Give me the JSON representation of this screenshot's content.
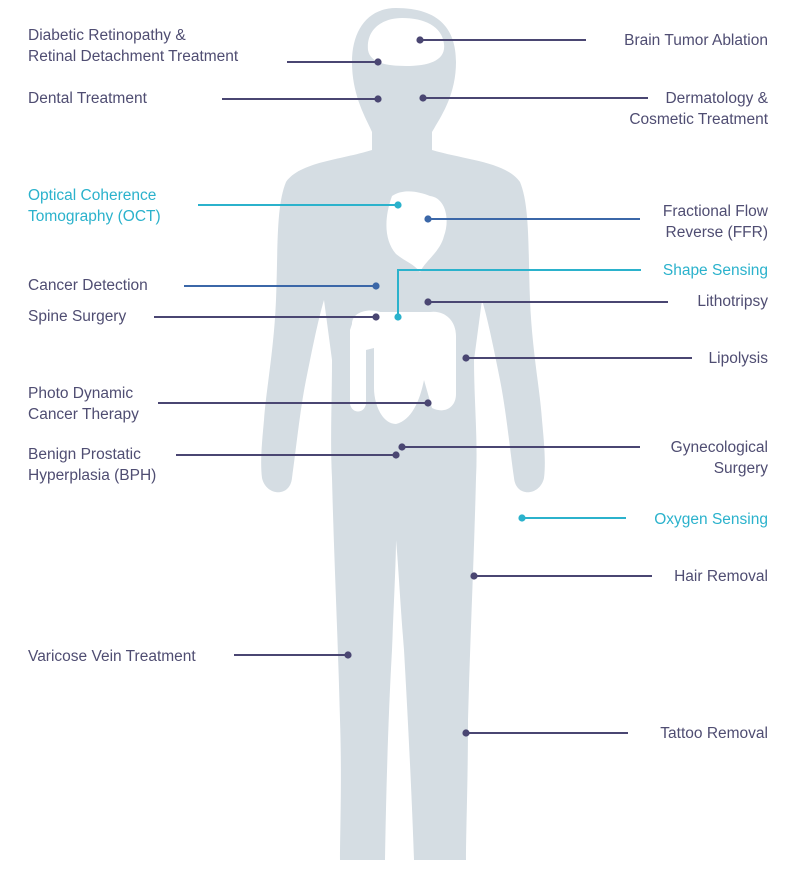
{
  "colors": {
    "body": "#d5dde3",
    "organ": "#ffffff",
    "line": "#4a4672",
    "dot": "#4a4672",
    "text": "#4f4d72",
    "highlight": "#2bb2cc",
    "blue_line": "#3b67a8"
  },
  "left_labels": [
    {
      "id": "diabetic",
      "lines": [
        "Diabetic Retinopathy &",
        "Retinal Detachment Treatment"
      ],
      "color": "line"
    },
    {
      "id": "dental",
      "lines": [
        "Dental Treatment"
      ],
      "color": "line"
    },
    {
      "id": "oct",
      "lines": [
        "Optical Coherence",
        "Tomography (OCT)"
      ],
      "color": "highlight"
    },
    {
      "id": "cancer-detection",
      "lines": [
        "Cancer Detection"
      ],
      "color": "blue_line"
    },
    {
      "id": "spine",
      "lines": [
        "Spine Surgery"
      ],
      "color": "line"
    },
    {
      "id": "photo-dynamic",
      "lines": [
        "Photo Dynamic",
        "Cancer Therapy"
      ],
      "color": "line"
    },
    {
      "id": "bph",
      "lines": [
        "Benign Prostatic",
        "Hyperplasia (BPH)"
      ],
      "color": "line"
    },
    {
      "id": "varicose",
      "lines": [
        "Varicose Vein Treatment"
      ],
      "color": "line"
    }
  ],
  "right_labels": [
    {
      "id": "brain-tumor",
      "lines": [
        "Brain Tumor Ablation"
      ],
      "color": "line"
    },
    {
      "id": "dermatology",
      "lines": [
        "Dermatology &",
        "Cosmetic Treatment"
      ],
      "color": "line"
    },
    {
      "id": "ffr",
      "lines": [
        "Fractional Flow",
        "Reverse (FFR)"
      ],
      "color": "blue_line"
    },
    {
      "id": "shape-sensing",
      "lines": [
        "Shape Sensing"
      ],
      "color": "highlight"
    },
    {
      "id": "lithotripsy",
      "lines": [
        "Lithotripsy"
      ],
      "color": "line"
    },
    {
      "id": "lipolysis",
      "lines": [
        "Lipolysis"
      ],
      "color": "line"
    },
    {
      "id": "gynecological",
      "lines": [
        "Gynecological",
        "Surgery"
      ],
      "color": "line"
    },
    {
      "id": "oxygen",
      "lines": [
        "Oxygen Sensing"
      ],
      "color": "highlight"
    },
    {
      "id": "hair-removal",
      "lines": [
        "Hair Removal"
      ],
      "color": "line"
    },
    {
      "id": "tattoo",
      "lines": [
        "Tattoo Removal"
      ],
      "color": "line"
    }
  ]
}
